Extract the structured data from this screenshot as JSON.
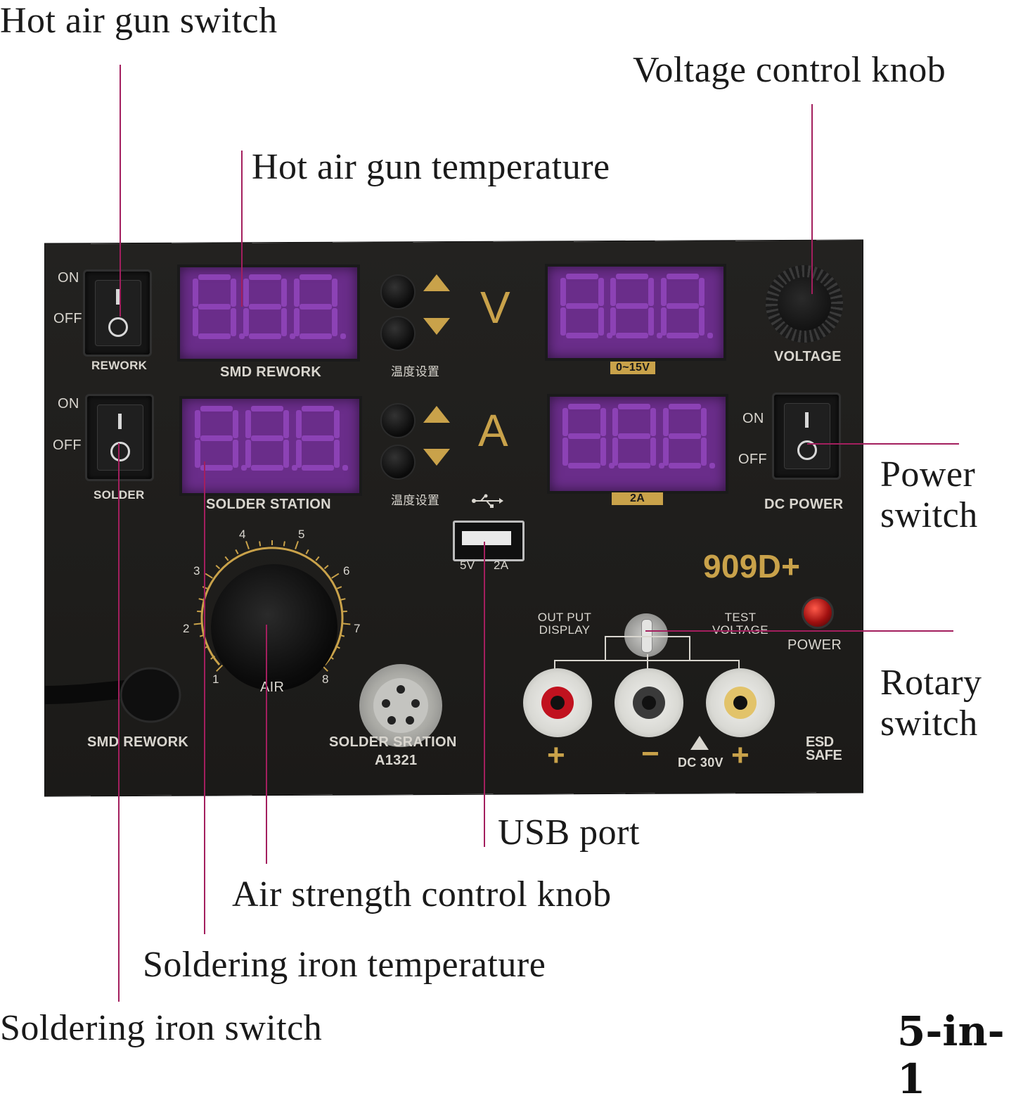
{
  "callouts": {
    "hot_air_gun_switch": "Hot air gun switch",
    "voltage_control_knob": "Voltage control knob",
    "hot_air_gun_temperature": "Hot air gun temperature",
    "power_switch": "Power switch",
    "rotary_switch": "Rotary switch",
    "usb_port": "USB port",
    "air_strength_control_knob": "Air strength control knob",
    "soldering_iron_temperature": "Soldering iron temperature",
    "soldering_iron_switch": "Soldering iron switch"
  },
  "badge": "5-in-1",
  "panel": {
    "model": "909D+",
    "switch_on": "ON",
    "switch_off": "OFF",
    "rework_switch_label": "REWORK",
    "solder_switch_label": "SOLDER",
    "dc_switch_label": "DC POWER",
    "smd_display_label": "SMD REWORK",
    "solder_display_label": "SOLDER STATION",
    "voltage_range_label": "0~15V",
    "current_label": "2A",
    "temp_setting_label": "温度设置",
    "volt_letter": "V",
    "amp_letter": "A",
    "voltage_knob_label": "VOLTAGE",
    "usb_volt": "5V",
    "usb_amp": "2A",
    "air_label": "AIR",
    "air_scale": [
      "1",
      "2",
      "3",
      "4",
      "5",
      "6",
      "7",
      "8"
    ],
    "smd_rework_port": "SMD REWORK",
    "solder_port": "SOLDER SRATION",
    "solder_port_model": "A1321",
    "output_display": "OUT PUT DISPLAY",
    "test_voltage": "TEST VOLTAGE",
    "power_led_label": "POWER",
    "dc_voltage": "DC 30V",
    "esd_safe": "ESD SAFE",
    "display_readout": "888"
  },
  "colors": {
    "leader": "#a31f5e",
    "panel": "#1f1e1c",
    "display": "#6a2d8a",
    "gold": "#c9a24a"
  }
}
